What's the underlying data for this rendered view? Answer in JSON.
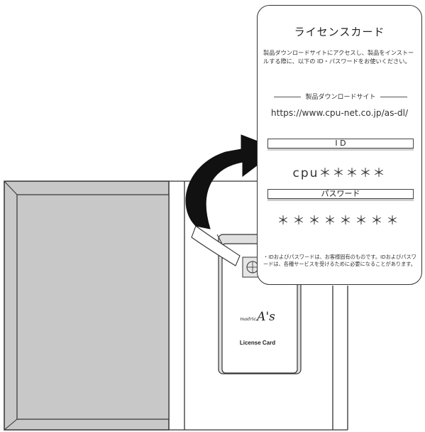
{
  "card": {
    "title": "ライセンスカード",
    "intro": "製品ダウンロードサイトにアクセスし、製品をインストールする際に、以下の ID・パスワードをお使いください。",
    "download_site_heading": "製品ダウンロードサイト",
    "download_url": "https://www.cpu-net.co.jp/as-dl/",
    "id_label": "I D",
    "id_value": "cpu＊＊＊＊＊",
    "password_label": "パスワード",
    "password_value": "＊＊＊＊＊＊＊＊",
    "note": "・IDおよびパスワードは、お客様固有のものです。IDおよびパスワードは、各種サービスを受けるために必要になることがあります。"
  },
  "small_card": {
    "logo_prefix": "madric",
    "logo_mark": "A's",
    "caption": "License Card"
  },
  "colors": {
    "line": "#333333",
    "package_fill": "#c8c8c8",
    "label_shadow": "#cfcfcf"
  }
}
